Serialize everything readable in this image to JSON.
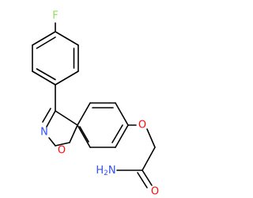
{
  "molecule": {
    "atoms": {
      "fluorine": {
        "symbol": "F",
        "color": "#90e050"
      },
      "ring_nitrogen": {
        "symbol": "N",
        "color": "#3050f8"
      },
      "ring_oxygen": {
        "symbol": "O",
        "color": "#ff0d0d"
      },
      "ether_oxygen": {
        "symbol": "O",
        "color": "#ff0d0d"
      },
      "amide_nitrogen": {
        "symbol": "H2N",
        "subscript": "2",
        "color": "#3050f8"
      },
      "carbonyl_oxygen": {
        "symbol": "O",
        "color": "#ff0d0d"
      }
    }
  }
}
